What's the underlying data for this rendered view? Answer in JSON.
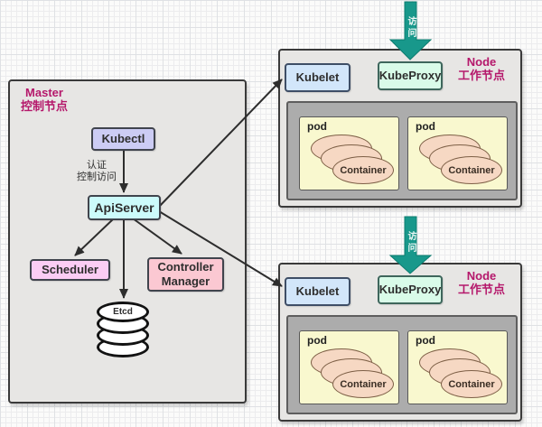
{
  "master": {
    "title_en": "Master",
    "title_zh": "控制节点",
    "kubectl_label": "Kubectl",
    "auth_line1": "认证",
    "auth_line2": "控制访问",
    "apiserver_label": "ApiServer",
    "scheduler_label": "Scheduler",
    "controller_manager_label": "Controller Manager",
    "etcd_label": "Etcd"
  },
  "nodes": [
    {
      "visit_label": "访问",
      "title_en": "Node",
      "title_zh": "工作节点",
      "kubelet_label": "Kubelet",
      "kubeproxy_label": "KubeProxy",
      "pods": [
        {
          "label": "pod",
          "container": "Container"
        },
        {
          "label": "pod",
          "container": "Container"
        }
      ]
    },
    {
      "visit_label": "访问",
      "title_en": "Node",
      "title_zh": "工作节点",
      "kubelet_label": "Kubelet",
      "kubeproxy_label": "KubeProxy",
      "pods": [
        {
          "label": "pod",
          "container": "Container"
        },
        {
          "label": "pod",
          "container": "Container"
        }
      ]
    }
  ],
  "colors": {
    "zone_label_accent": "#b5186b",
    "teal_arrow": "#18988b",
    "connector_line": "#2d2d2d",
    "kubectl_fill": "#ccccf4",
    "apiserver_fill": "#ccfbfb",
    "scheduler_fill": "#fbcdf4",
    "controller_manager_fill": "#fbc8d2",
    "kubelet_fill": "#d2e6fa",
    "kubeproxy_fill": "#d9fbe9",
    "pod_fill": "#f9f8cf",
    "container_fill": "#f6d8c3",
    "master_fill": "#e7e6e4",
    "inner_gray_fill": "#acacac"
  }
}
